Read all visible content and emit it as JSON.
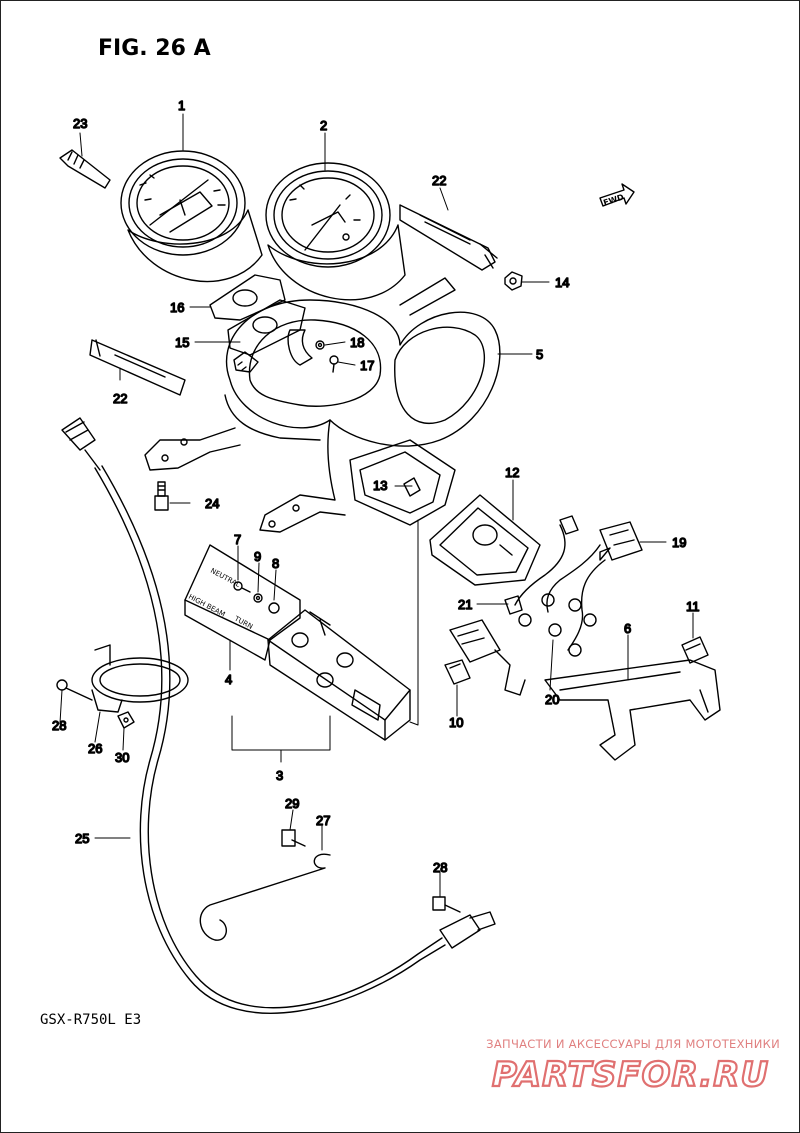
{
  "figure": {
    "title": "FIG. 26 A",
    "model": "GSX-R750L  E3",
    "forward_marker": "FWD"
  },
  "callouts": {
    "c1": "1",
    "c2": "2",
    "c3": "3",
    "c4": "4",
    "c5": "5",
    "c6": "6",
    "c7": "7",
    "c8": "8",
    "c9": "9",
    "c10": "10",
    "c11": "11",
    "c12": "12",
    "c13": "13",
    "c14": "14",
    "c15": "15",
    "c16": "16",
    "c17": "17",
    "c18": "18",
    "c19": "19",
    "c20": "20",
    "c21": "21",
    "c22a": "22",
    "c22b": "22",
    "c23": "23",
    "c24": "24",
    "c25": "25",
    "c26": "26",
    "c27": "27",
    "c28a": "28",
    "c28b": "28",
    "c29": "29",
    "c30": "30"
  },
  "indicator_labels": {
    "neutral": "NEUTRAL",
    "high_beam": "HIGH BEAM",
    "turn": "TURN"
  },
  "watermark": {
    "tagline": "ЗАПЧАСТИ И АКСЕССУАРЫ ДЛЯ МОТОТЕХНИКИ",
    "logo": "PARTSFOR.RU",
    "color": "#e07070"
  }
}
